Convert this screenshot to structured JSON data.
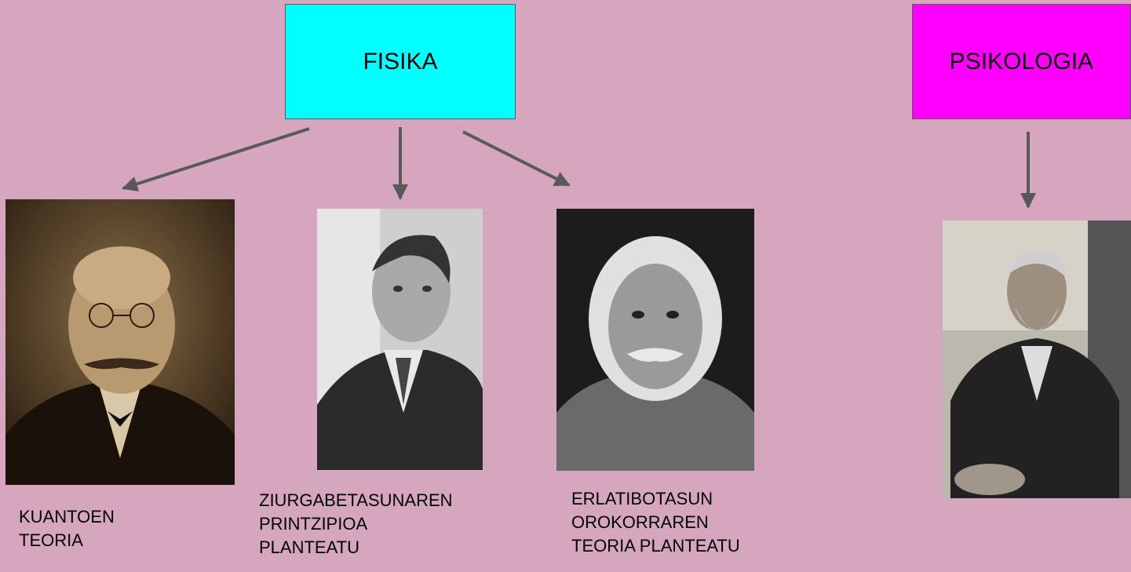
{
  "nodes": {
    "fisika": {
      "label": "FISIKA",
      "color": "#00ffff"
    },
    "psikologia": {
      "label": "PSIKOLOGIA",
      "color": "#ff00ff"
    }
  },
  "colors": {
    "background": "#d5a6bd",
    "arrow": "#595959"
  },
  "figures": [
    {
      "id": "planck",
      "caption_lines": [
        "KUANTOEN",
        "TEORIA"
      ]
    },
    {
      "id": "heisenberg",
      "caption_lines": [
        "ZIURGABETASUNAREN",
        "PRINTZIPIOA",
        "PLANTEATU"
      ]
    },
    {
      "id": "einstein",
      "caption_lines": [
        "ERLATIBOTASUN",
        "OROKORRAREN",
        "TEORIA PLANTEATU"
      ]
    },
    {
      "id": "freud",
      "caption_lines": []
    }
  ]
}
